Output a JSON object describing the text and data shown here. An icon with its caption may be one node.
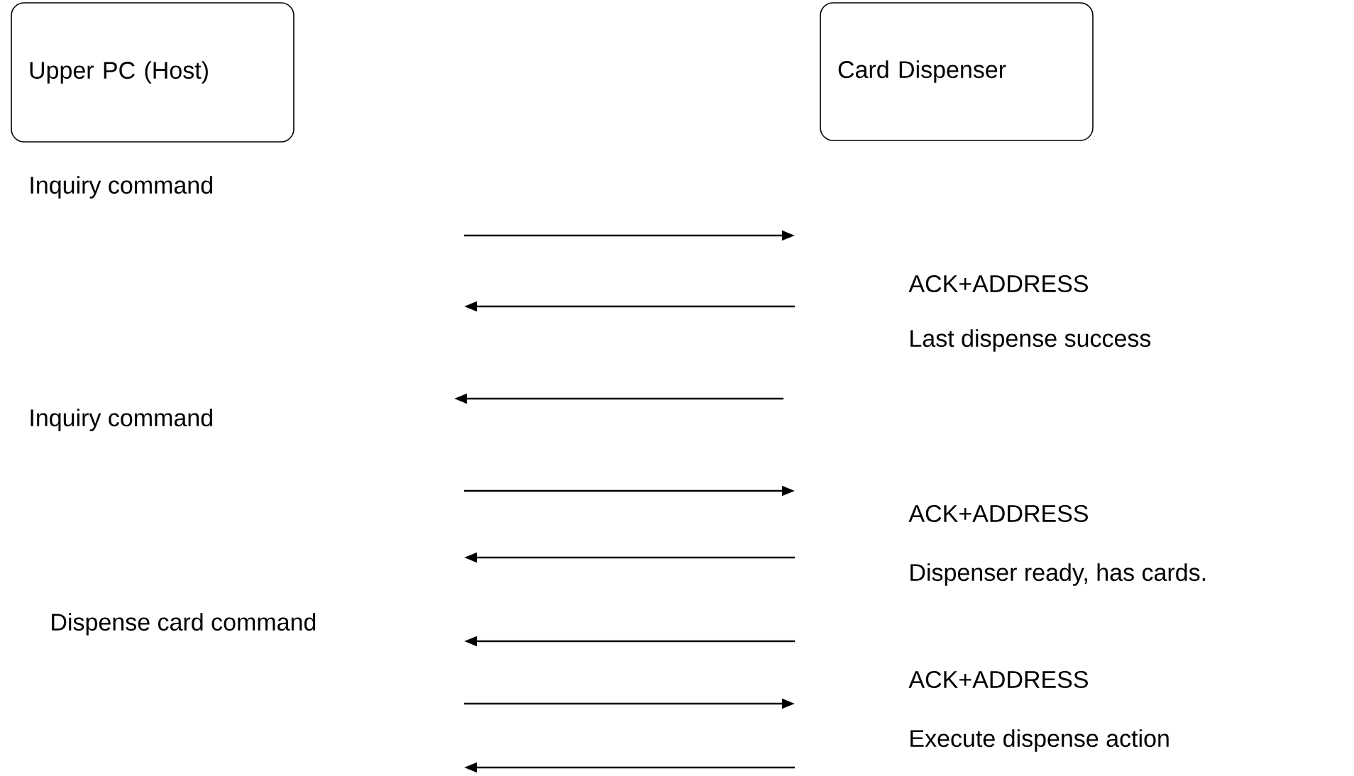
{
  "diagram": {
    "nodes": [
      {
        "text": [
          "Upper PC (Host)"
        ]
      },
      {
        "text": [
          "Card Dispenser"
        ]
      }
    ],
    "labels": [
      "Inquiry command",
      "ACK+ADDRESS",
      "Last dispense success",
      "Inquiry command",
      "ACK+ADDRESS",
      "Dispenser ready, has cards.",
      "Dispense card command",
      "ACK+ADDRESS",
      "Execute dispense action"
    ]
  }
}
